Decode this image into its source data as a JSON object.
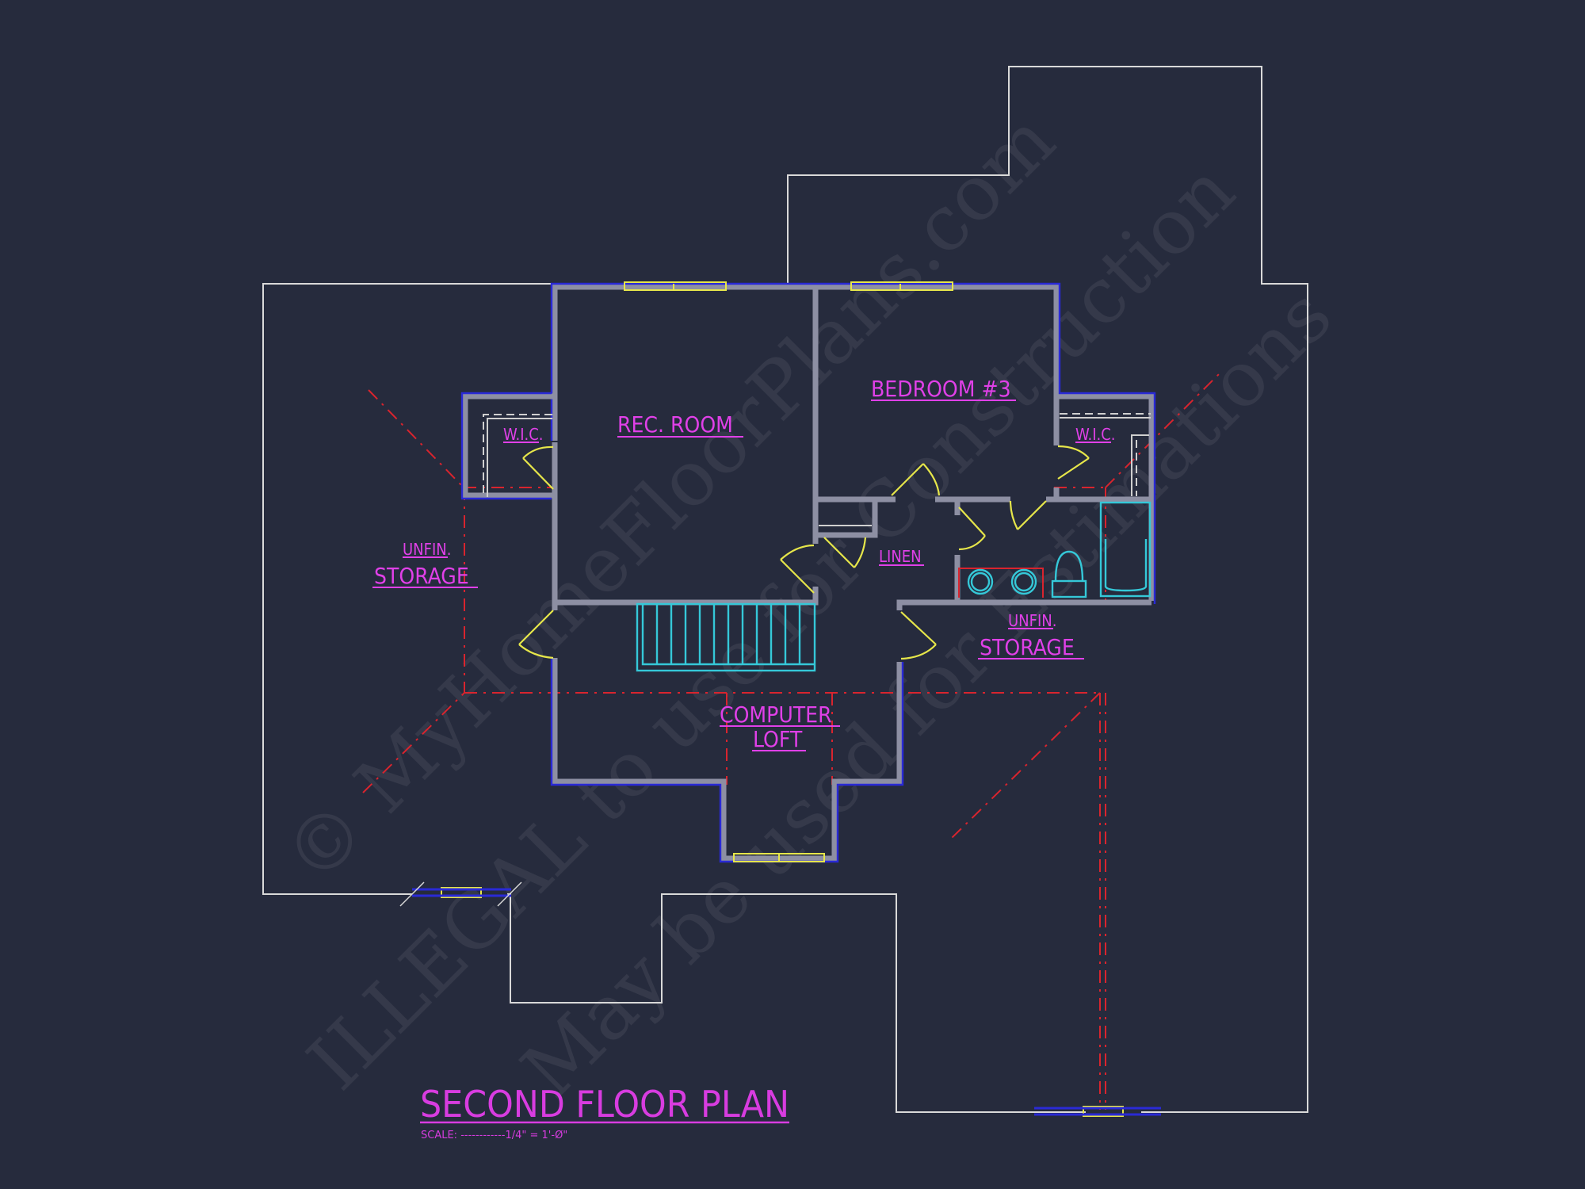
{
  "plan": {
    "title": "SECOND FLOOR PLAN",
    "scale": "SCALE: ------------1/4\" = 1'-Ø\""
  },
  "rooms": {
    "rec_room": "REC. ROOM",
    "bedroom3": "BEDROOM #3",
    "wic_left": "W.I.C.",
    "wic_right": "W.I.C.",
    "linen": "LINEN",
    "storage_left_top": "UNFIN.",
    "storage_left_bottom": "STORAGE",
    "storage_right_top": "UNFIN.",
    "storage_right_bottom": "STORAGE",
    "loft_line1": "COMPUTER",
    "loft_line2": "LOFT"
  },
  "watermark": {
    "line1": "© MyHomeFloorPlans.com",
    "line2": "ILLEGAL to use for Construction",
    "line3": "May be used for Estimations"
  },
  "colors": {
    "background": "#262b3d",
    "label": "#e040e8",
    "wall": "#2a2ad6",
    "door_window": "#e6e64a",
    "fixture": "#35c8d8",
    "roof_line": "#d9d9d9",
    "ridge": "#d9242e"
  }
}
